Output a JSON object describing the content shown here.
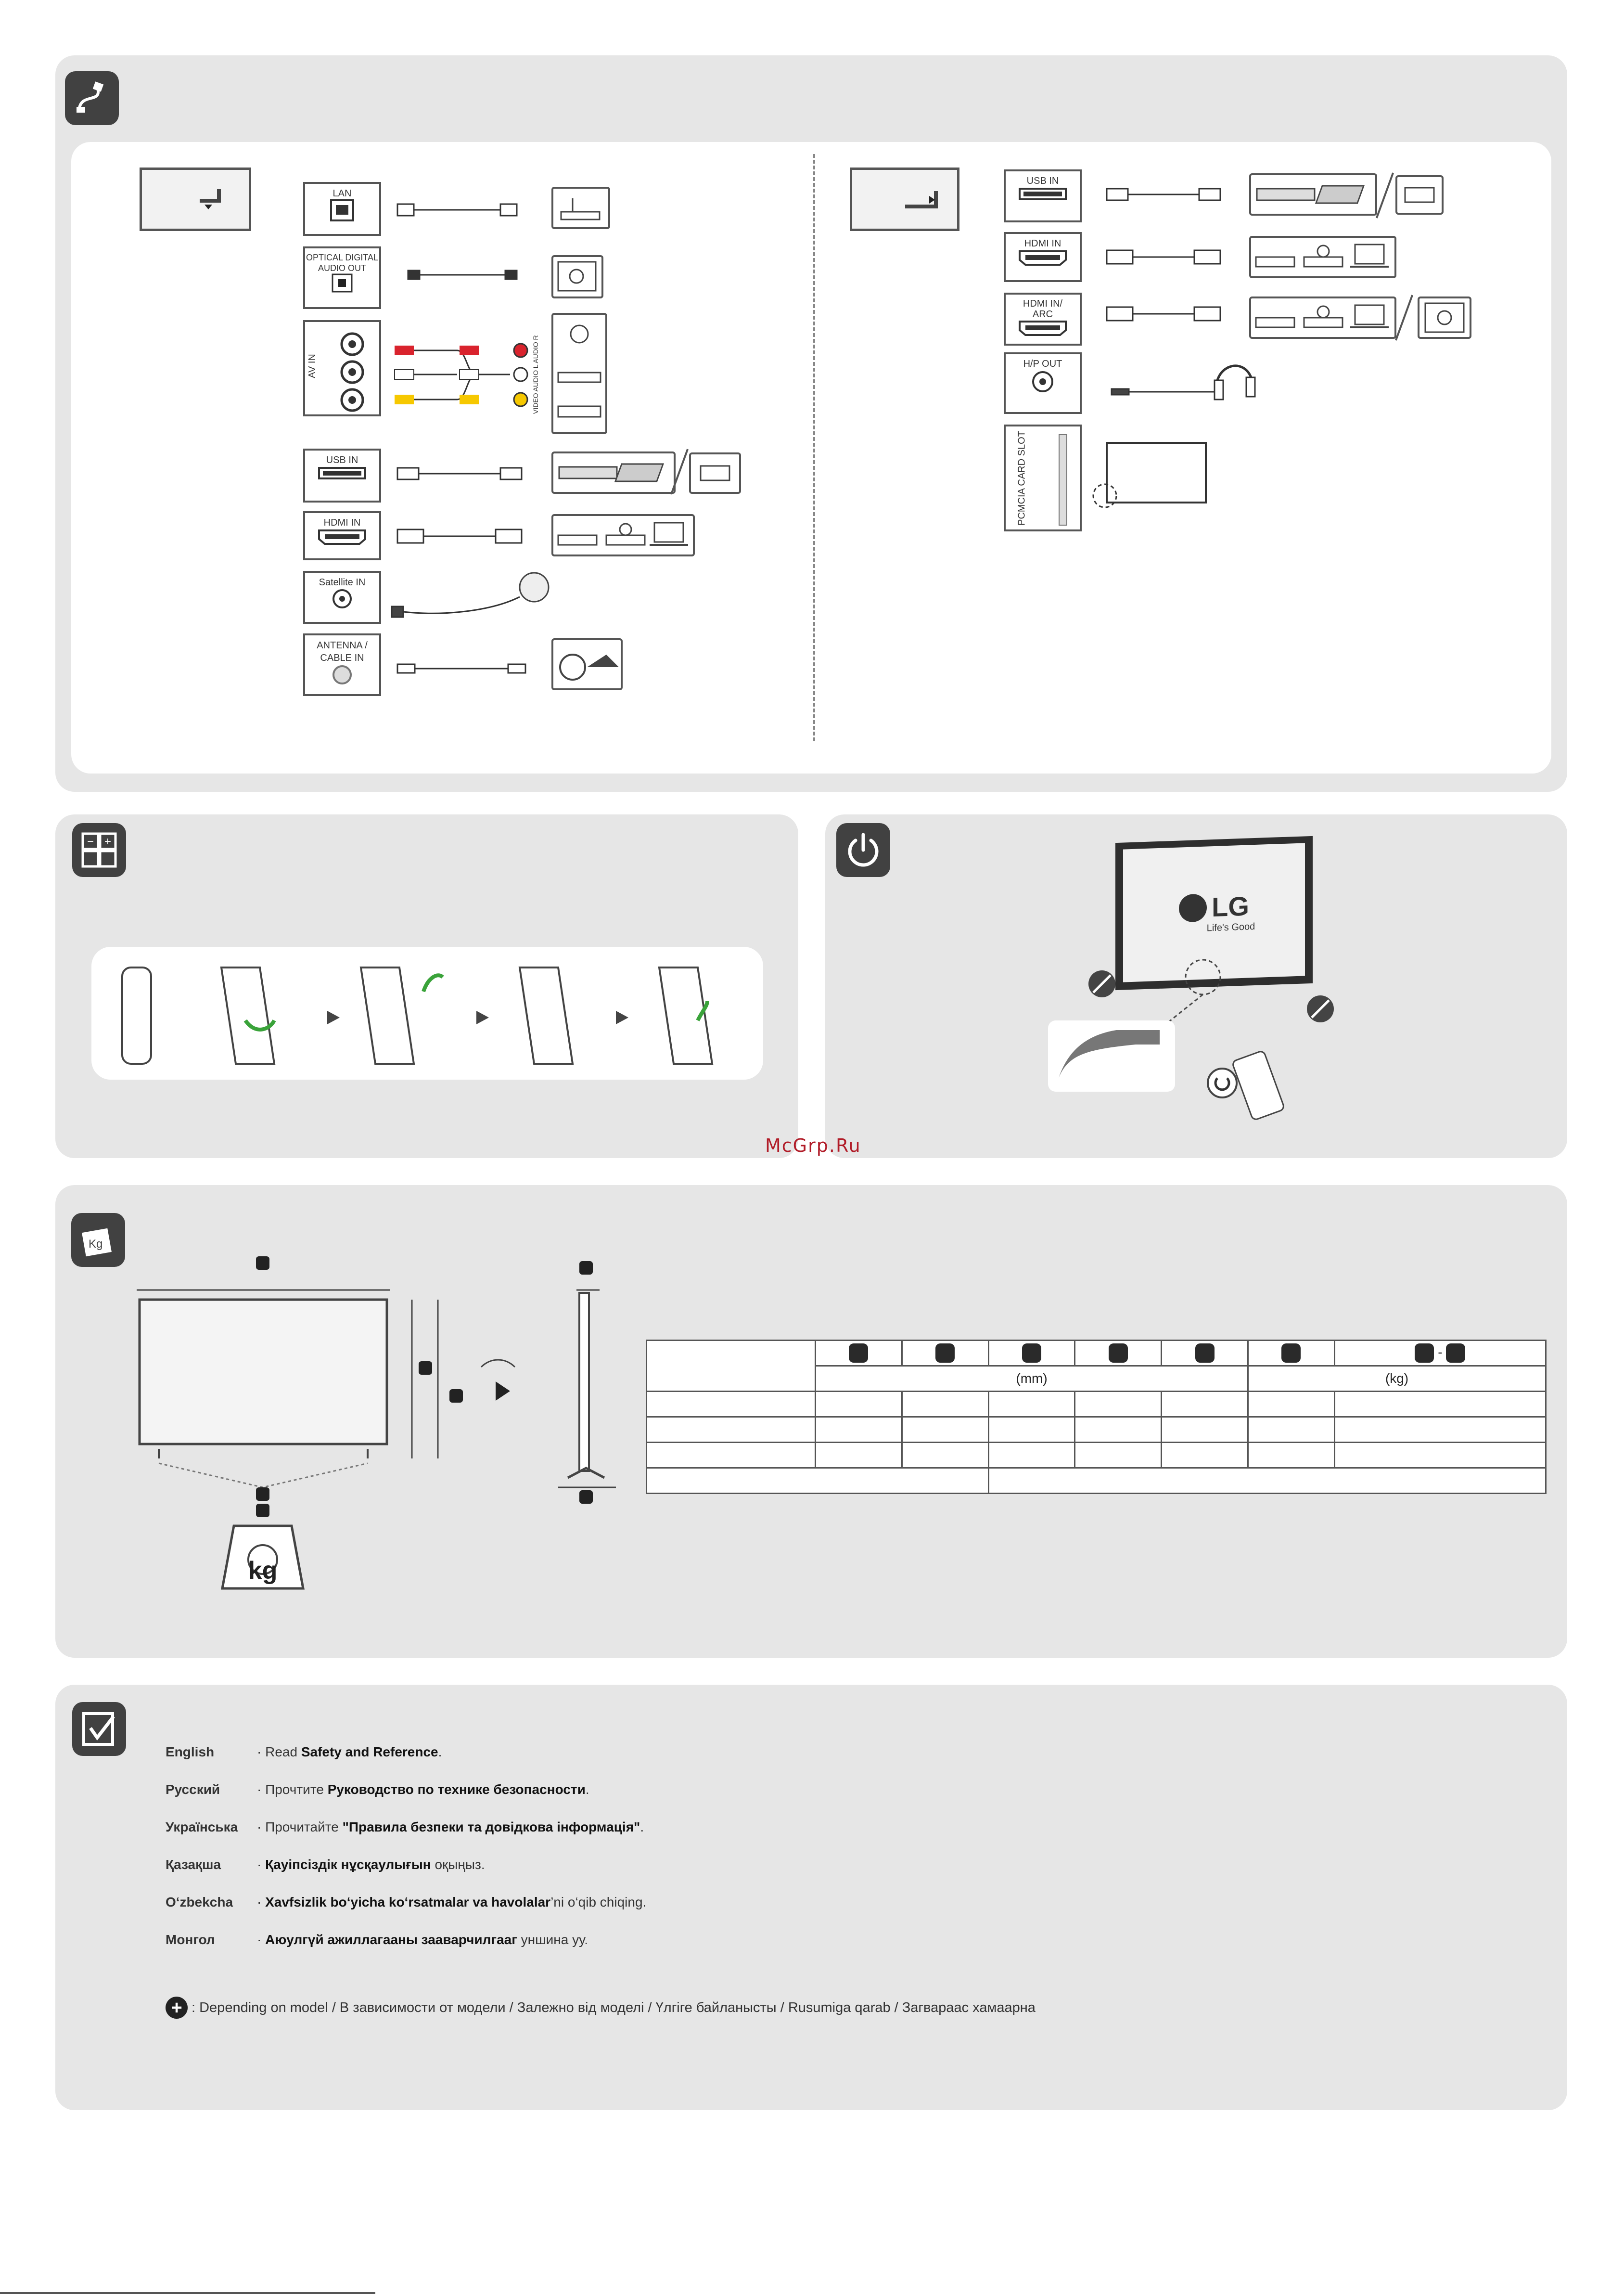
{
  "connections": {
    "left_ports": [
      {
        "key": "lan",
        "label": "LAN"
      },
      {
        "key": "optical",
        "label": "OPTICAL DIGITAL\nAUDIO OUT"
      },
      {
        "key": "avin",
        "label": "AV IN"
      },
      {
        "key": "usb",
        "label": "USB IN"
      },
      {
        "key": "hdmi",
        "label": "HDMI IN"
      },
      {
        "key": "satellite",
        "label": "Satellite IN"
      },
      {
        "key": "antenna",
        "label": "ANTENNA /\nCABLE IN"
      }
    ],
    "av_jack_labels": "VIDEO  AUDIO L  AUDIO R",
    "right_ports": [
      {
        "key": "usb2",
        "label": "USB IN"
      },
      {
        "key": "hdmi2",
        "label": "HDMI IN"
      },
      {
        "key": "arc",
        "label": "HDMI IN/\nARC"
      },
      {
        "key": "hp",
        "label": "H/P OUT"
      },
      {
        "key": "pcmcia",
        "label": "PCMCIA CARD SLOT"
      }
    ]
  },
  "power": {
    "brand": "LG",
    "tagline": "Life's Good"
  },
  "watermark": "McGrp.Ru",
  "dimensions": {
    "unit_mm": "(mm)",
    "unit_kg": "(kg)",
    "dash": "-",
    "scale_label": "kg"
  },
  "safety": {
    "languages": [
      {
        "name": "English",
        "prefix": "Read ",
        "bold": "Safety and Reference",
        "suffix": "."
      },
      {
        "name": "Русский",
        "prefix": "Прочтите ",
        "bold": "Руководство по технике безопасности",
        "suffix": "."
      },
      {
        "name": "Українська",
        "prefix": "Прочитайте ",
        "bold": "\"Правила безпеки та довідкова інформація\"",
        "suffix": "."
      },
      {
        "name": "Қазақша",
        "prefix": "",
        "bold": "Қауіпсіздік нұсқаулығын",
        "suffix": " оқыңыз."
      },
      {
        "name": "O‘zbekcha",
        "prefix": "",
        "bold": "Xavfsizlik bo‘yicha ko‘rsatmalar va havolalar",
        "suffix": "’ni  o‘qib chiqing."
      },
      {
        "name": "Монгол",
        "prefix": "",
        "bold": "Аюулгүй ажиллагааны зааварчилгааг",
        "suffix": " уншина уу."
      }
    ],
    "depending_note": ": Depending on model  / В зависимости от модели / Залежно від моделі / Үлгіге байланысты / Rusumiga qarab / Загвараас хамаарна"
  }
}
